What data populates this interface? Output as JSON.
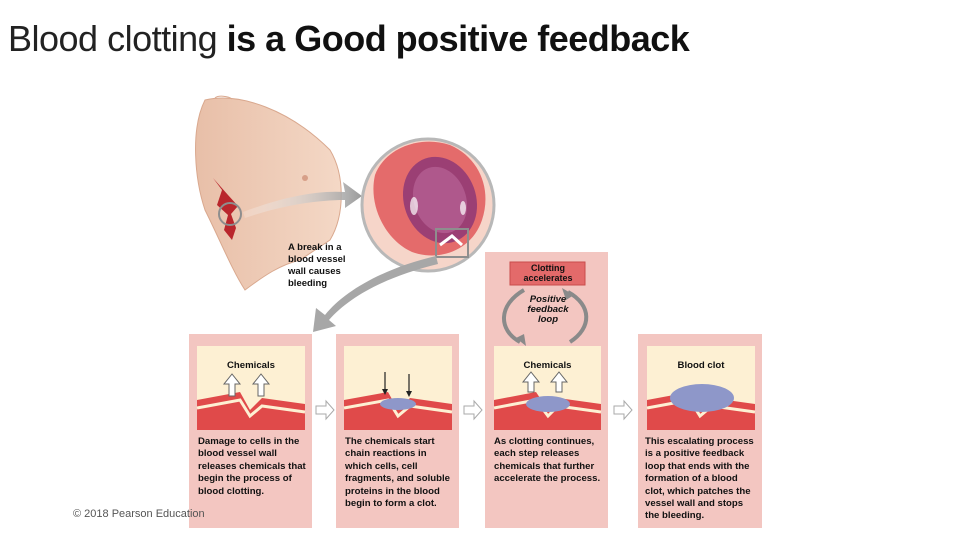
{
  "title": {
    "part1": "Blood clotting ",
    "part2": "is a Good positive feedback"
  },
  "callout_break": "A break in a blood vessel wall causes bleeding",
  "clotting_box": "Clotting accelerates",
  "loop_label": "Positive feedback loop",
  "panels": [
    {
      "header": "Chemicals",
      "text": "Damage to cells in the blood vessel wall releases chemicals that begin the process of blood clotting."
    },
    {
      "header": "",
      "text": "The chemicals start chain reactions in which cells, cell fragments, and soluble proteins in the blood begin to form a clot."
    },
    {
      "header": "Chemicals",
      "text": "As clotting continues, each step releases chemicals that further accelerate the process."
    },
    {
      "header": "Blood clot",
      "text": "This escalating process is a positive feedback loop that ends with the formation of a blood clot, which patches the vessel wall and stops the bleeding."
    }
  ],
  "copyright": "© 2018 Pearson Education",
  "colors": {
    "panel_bg": "#f3c6c1",
    "panel_inner": "#fdf0d3",
    "vessel": "#e04a4a"
  }
}
